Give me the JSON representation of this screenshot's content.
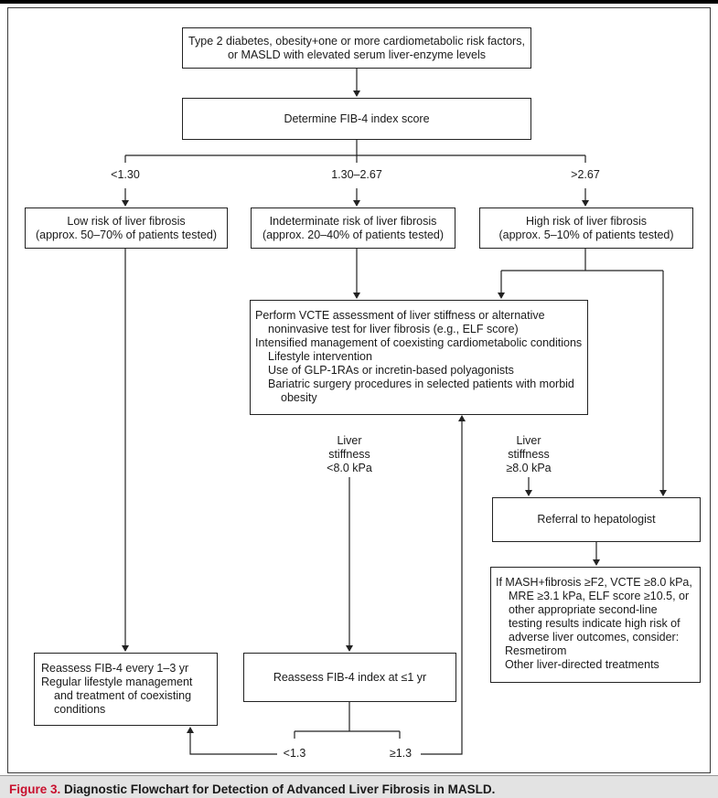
{
  "top_box": {
    "line1": "Type 2 diabetes, obesity+one or more cardiometabolic risk factors,",
    "line2": "or MASLD with elevated serum liver-enzyme levels"
  },
  "fib4_box": "Determine FIB-4 index score",
  "branches": {
    "low_threshold": "<1.30",
    "mid_threshold": "1.30–2.67",
    "high_threshold": ">2.67"
  },
  "risk_boxes": {
    "low": {
      "line1": "Low risk of liver fibrosis",
      "line2": "(approx. 50–70% of patients tested)"
    },
    "indeterminate": {
      "line1": "Indeterminate risk of liver fibrosis",
      "line2": "(approx. 20–40% of patients tested)"
    },
    "high": {
      "line1": "High risk of liver fibrosis",
      "line2": "(approx. 5–10% of patients tested)"
    }
  },
  "vcte_box": {
    "l1": "Perform VCTE assessment of liver stiffness or alternative",
    "l2": "noninvasive test for liver fibrosis (e.g., ELF score)",
    "l3": "Intensified management of coexisting cardiometabolic conditions",
    "l4": "Lifestyle intervention",
    "l5": "Use of GLP-1RAs or incretin-based polyagonists",
    "l6": "Bariatric surgery procedures in selected patients with morbid",
    "l7": "obesity"
  },
  "stiffness_low": {
    "l1": "Liver",
    "l2": "stiffness",
    "l3": "<8.0 kPa"
  },
  "stiffness_high": {
    "l1": "Liver",
    "l2": "stiffness",
    "l3": "≥8.0 kPa"
  },
  "referral_box": "Referral to hepatologist",
  "mash_box": {
    "l1": "If MASH+fibrosis ≥F2, VCTE ≥8.0 kPa,",
    "l2": "MRE ≥3.1 kPa, ELF score ≥10.5, or",
    "l3": "other appropriate second-line",
    "l4": "testing results indicate high risk of",
    "l5": "adverse liver outcomes, consider:",
    "l6": "Resmetirom",
    "l7": "Other liver-directed treatments"
  },
  "reassess_low_box": {
    "l1": "Reassess FIB-4 every 1–3 yr",
    "l2": "Regular lifestyle management",
    "l3": "and treatment of coexisting",
    "l4": "conditions"
  },
  "reassess_mid_box": "Reassess FIB-4 index at ≤1 yr",
  "bottom_branches": {
    "lt": "<1.3",
    "ge": "≥1.3"
  },
  "caption": {
    "fig_label": "Figure 3.",
    "title": " Diagnostic Flowchart for Detection of Advanced Liver Fibrosis in MASLD."
  }
}
